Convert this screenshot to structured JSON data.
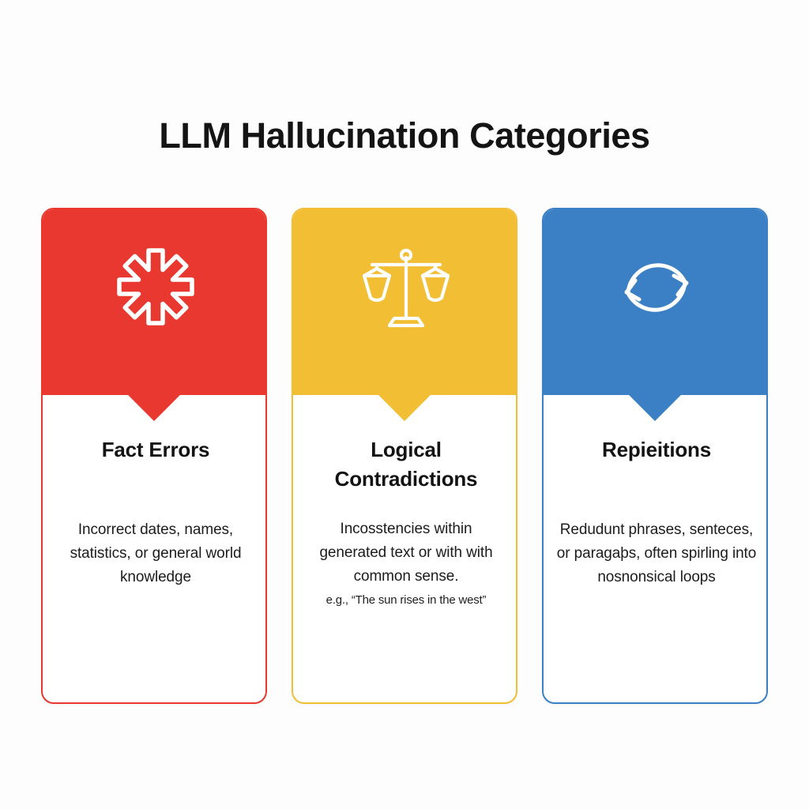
{
  "page": {
    "background_color": "#fdfdfd",
    "title": "LLM Hallucination Categories"
  },
  "cards": [
    {
      "id": "fact-errors",
      "color": "#e8382f",
      "icon": "asterisk-burst-icon",
      "title": "Fact Errors",
      "description": "Incorrect dates, names, statistics, or general world knowledge",
      "example": ""
    },
    {
      "id": "logical-contradictions",
      "color": "#f2be34",
      "icon": "balance-scale-icon",
      "title": "Logical Contradictions",
      "description": "Incosstencies within generated text or with with common sense.",
      "example": "e.g., “The sun rises in the west”"
    },
    {
      "id": "repetitions",
      "color": "#3b80c4",
      "icon": "circular-loop-arrows-icon",
      "title": "Repieitions",
      "description": "Redudunt phrases, senteces, or paragaþs, often spirling into nosnonsical loops",
      "example": ""
    }
  ]
}
